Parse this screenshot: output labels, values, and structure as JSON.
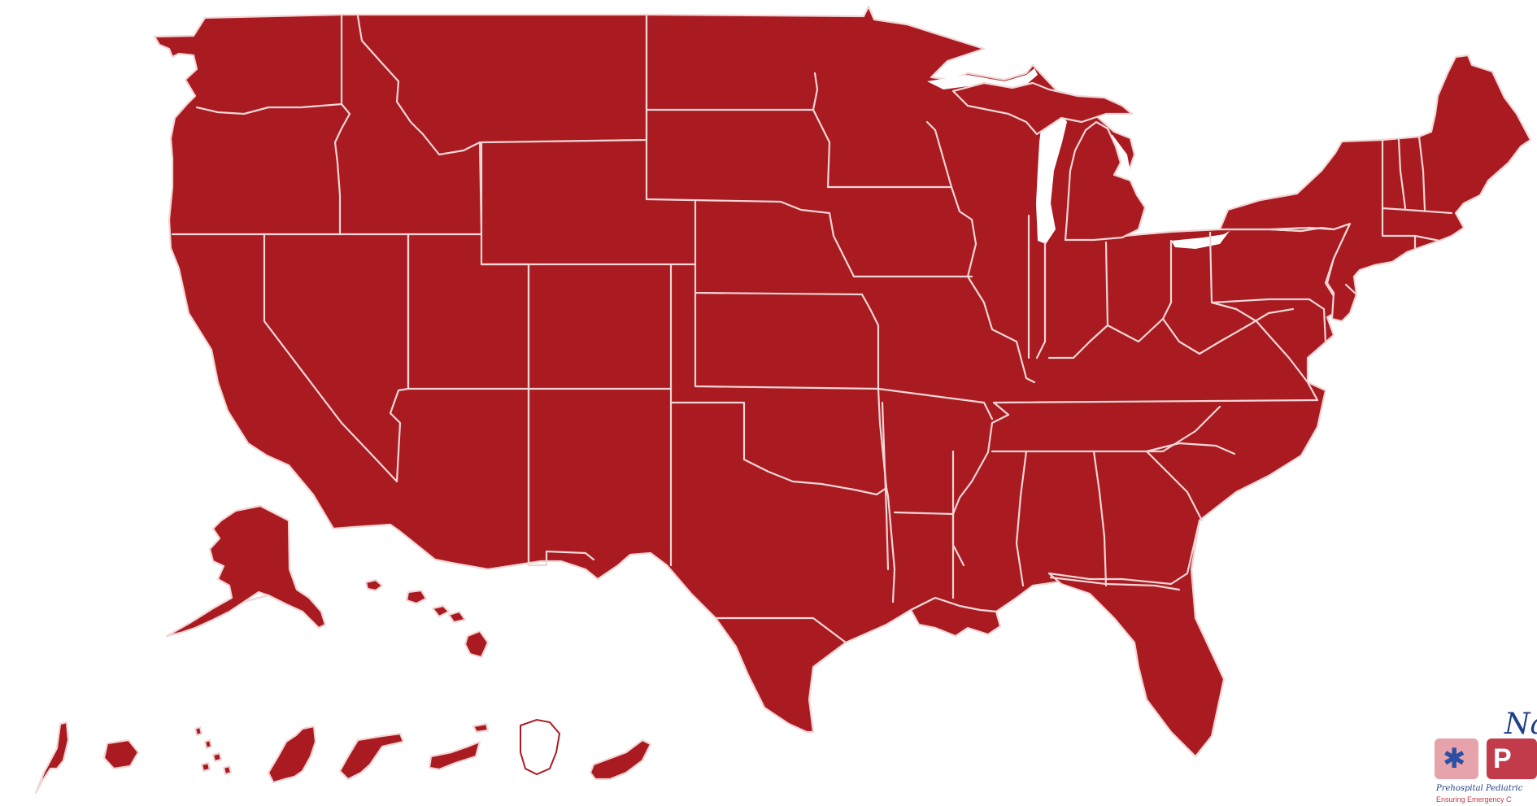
{
  "map": {
    "fill_color": "#a91b21",
    "border_color": "#f2d6d6",
    "background": "#ffffff",
    "regions": [
      "washington",
      "oregon",
      "california",
      "idaho",
      "nevada",
      "montana",
      "wyoming",
      "utah",
      "arizona",
      "colorado",
      "new-mexico",
      "north-dakota",
      "south-dakota",
      "nebraska",
      "kansas",
      "oklahoma",
      "texas",
      "minnesota",
      "iowa",
      "missouri",
      "arkansas",
      "louisiana",
      "wisconsin",
      "illinois",
      "michigan",
      "indiana",
      "ohio",
      "kentucky",
      "tennessee",
      "mississippi",
      "alabama",
      "georgia",
      "florida",
      "south-carolina",
      "north-carolina",
      "virginia",
      "west-virginia",
      "pennsylvania",
      "new-york",
      "new-england",
      "mid-atlantic",
      "alaska",
      "hawaii",
      "territories"
    ]
  },
  "logo": {
    "script_text": "Na",
    "badge_letter": "P",
    "emblem": "star-of-life-icon",
    "tagline": "Prehospital Pediatric",
    "subtagline": "Ensuring Emergency C"
  }
}
